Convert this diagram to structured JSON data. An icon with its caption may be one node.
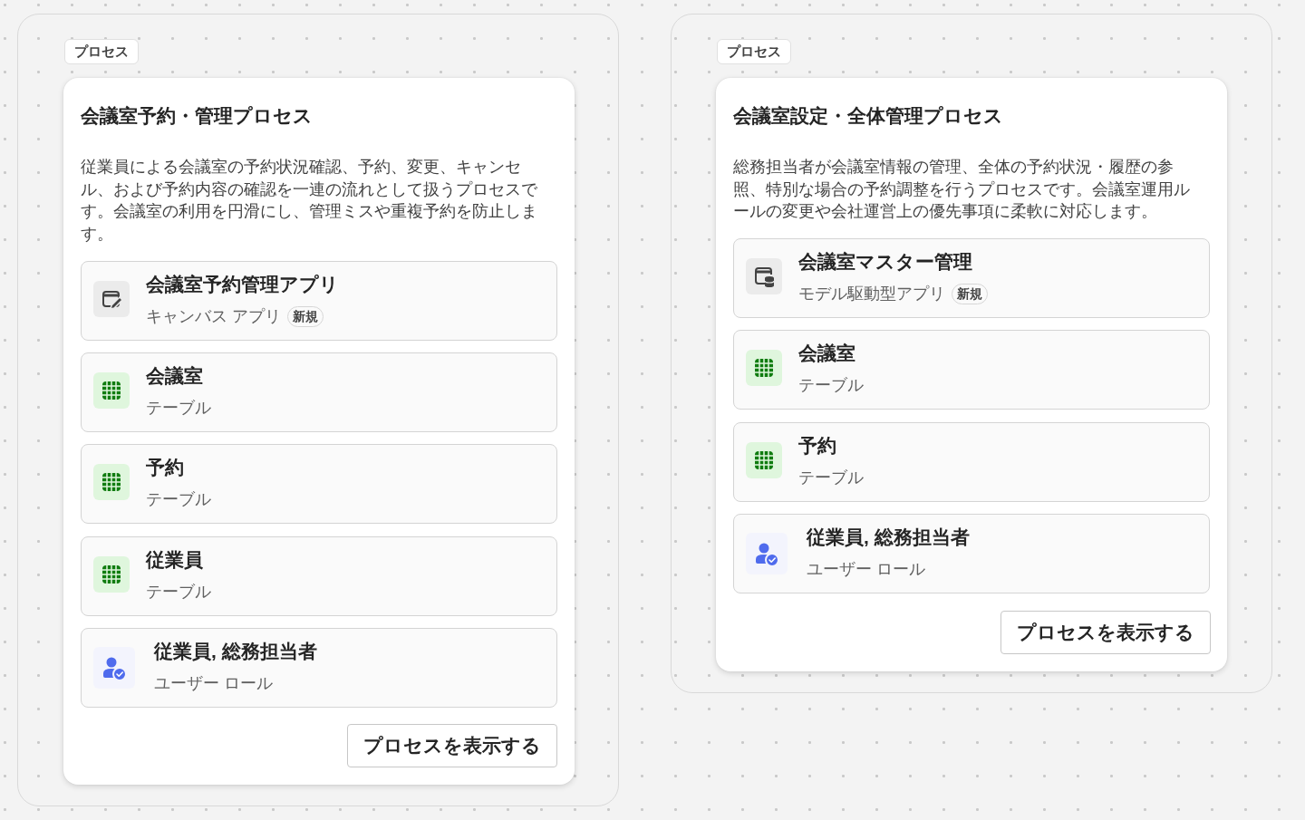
{
  "diagram": {
    "nodes": [
      {
        "text": [
          "プロセス"
        ]
      },
      {
        "text": [
          "会議室予約・管理プロセス",
          "従業員による会議室の予約状況確認、予約、変更、キャンセル、および予約内容の確認を一連の流れとして扱うプロセスです。会議室の利用を円滑にし、管理ミスや重複予約を防止します。"
        ],
        "in": 0
      },
      {
        "text": [
          "会議室予約管理アプリ",
          "キャンバス アプリ",
          "新規"
        ],
        "in": 1
      },
      {
        "text": [
          "会議室",
          "テーブル"
        ],
        "in": 1
      },
      {
        "text": [
          "予約",
          "テーブル"
        ],
        "in": 1
      },
      {
        "text": [
          "従業員",
          "テーブル"
        ],
        "in": 1
      },
      {
        "text": [
          "従業員, 総務担当者",
          "ユーザー ロール"
        ],
        "in": 1
      },
      {
        "text": [
          "プロセスを表示する"
        ],
        "in": 1
      },
      {
        "text": [
          "プロセス"
        ]
      },
      {
        "text": [
          "会議室設定・全体管理プロセス",
          "総務担当者が会議室情報の管理、全体の予約状況・履歴の参照、特別な場合の予約調整を行うプロセスです。会議室運用ルールの変更や会社運営上の優先事項に柔軟に対応します。"
        ],
        "in": 8
      },
      {
        "text": [
          "会議室マスター管理",
          "モデル駆動型アプリ",
          "新規"
        ],
        "in": 9
      },
      {
        "text": [
          "会議室",
          "テーブル"
        ],
        "in": 9
      },
      {
        "text": [
          "予約",
          "テーブル"
        ],
        "in": 9
      },
      {
        "text": [
          "従業員, 総務担当者",
          "ユーザー ロール"
        ],
        "in": 9
      },
      {
        "text": [
          "プロセスを表示する"
        ],
        "in": 9
      }
    ]
  }
}
